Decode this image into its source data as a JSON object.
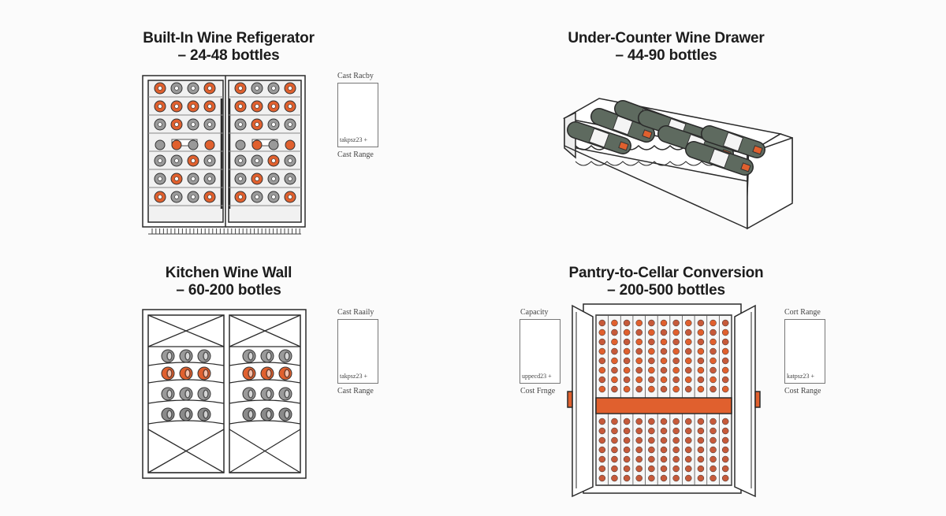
{
  "colors": {
    "accent": "#e0602e",
    "bottle": "#7b7f7c",
    "bottle_dark": "#5e6a5f",
    "line": "#2a2a2a"
  },
  "panels": [
    {
      "title": "Built-In Wine Refigerator",
      "subtitle": "– 24-48 bottles",
      "top_label": "Cast Racby",
      "inner_label": "takpsz23 +",
      "bottom_label": "Cast Range"
    },
    {
      "title": "Under-Counter Wine Drawer",
      "subtitle": "– 44-90 bottles"
    },
    {
      "title": "Kitchen Wine Wall",
      "subtitle": "– 60-200 botles",
      "top_label": "Cast Raaily",
      "inner_label": "takpsz23 +",
      "bottom_label": "Cast Range"
    },
    {
      "title": "Pantry-to-Cellar Conversion",
      "subtitle": "– 200-500 bottles",
      "left_top_label": "Capacity",
      "left_inner_label": "uppecd23 +",
      "left_bottom_label": "Cost Frnge",
      "right_top_label": "Cort Range",
      "right_inner_label": "katpsz23 +",
      "right_bottom_label": "Cost Range"
    }
  ]
}
